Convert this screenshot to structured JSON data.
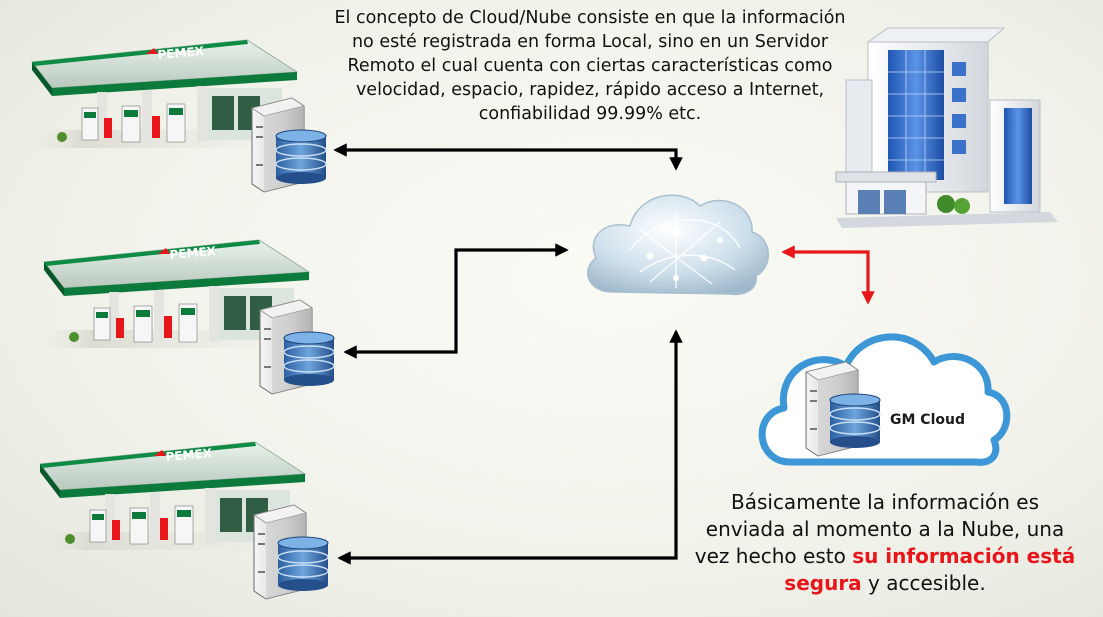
{
  "top_text": "El concepto de Cloud/Nube consiste en que la información no esté registrada en forma Local, sino en un Servidor Remoto el cual cuenta con ciertas características como velocidad, espacio, rapidez, rápido acceso a Internet, confiabilidad 99.99% etc.",
  "bottom_text": {
    "part1": "Básicamente la información es enviada al momento a la Nube, una vez hecho esto ",
    "highlight": "su información está segura",
    "part2": " y accesible."
  },
  "stations": [
    {
      "brand": "PEMEX"
    },
    {
      "brand": "PEMEX"
    },
    {
      "brand": "PEMEX"
    }
  ],
  "gm_cloud_label": "GM Cloud",
  "colors": {
    "arrow_black": "#000000",
    "arrow_red": "#e8151b",
    "highlight": "#e8151b",
    "pemex_green": "#0b7a3b",
    "cloud_outline": "#3d97d6"
  },
  "icons": [
    "gas-station-icon",
    "server-icon",
    "database-icon",
    "cloud-icon",
    "office-building-icon",
    "gm-cloud-icon"
  ]
}
